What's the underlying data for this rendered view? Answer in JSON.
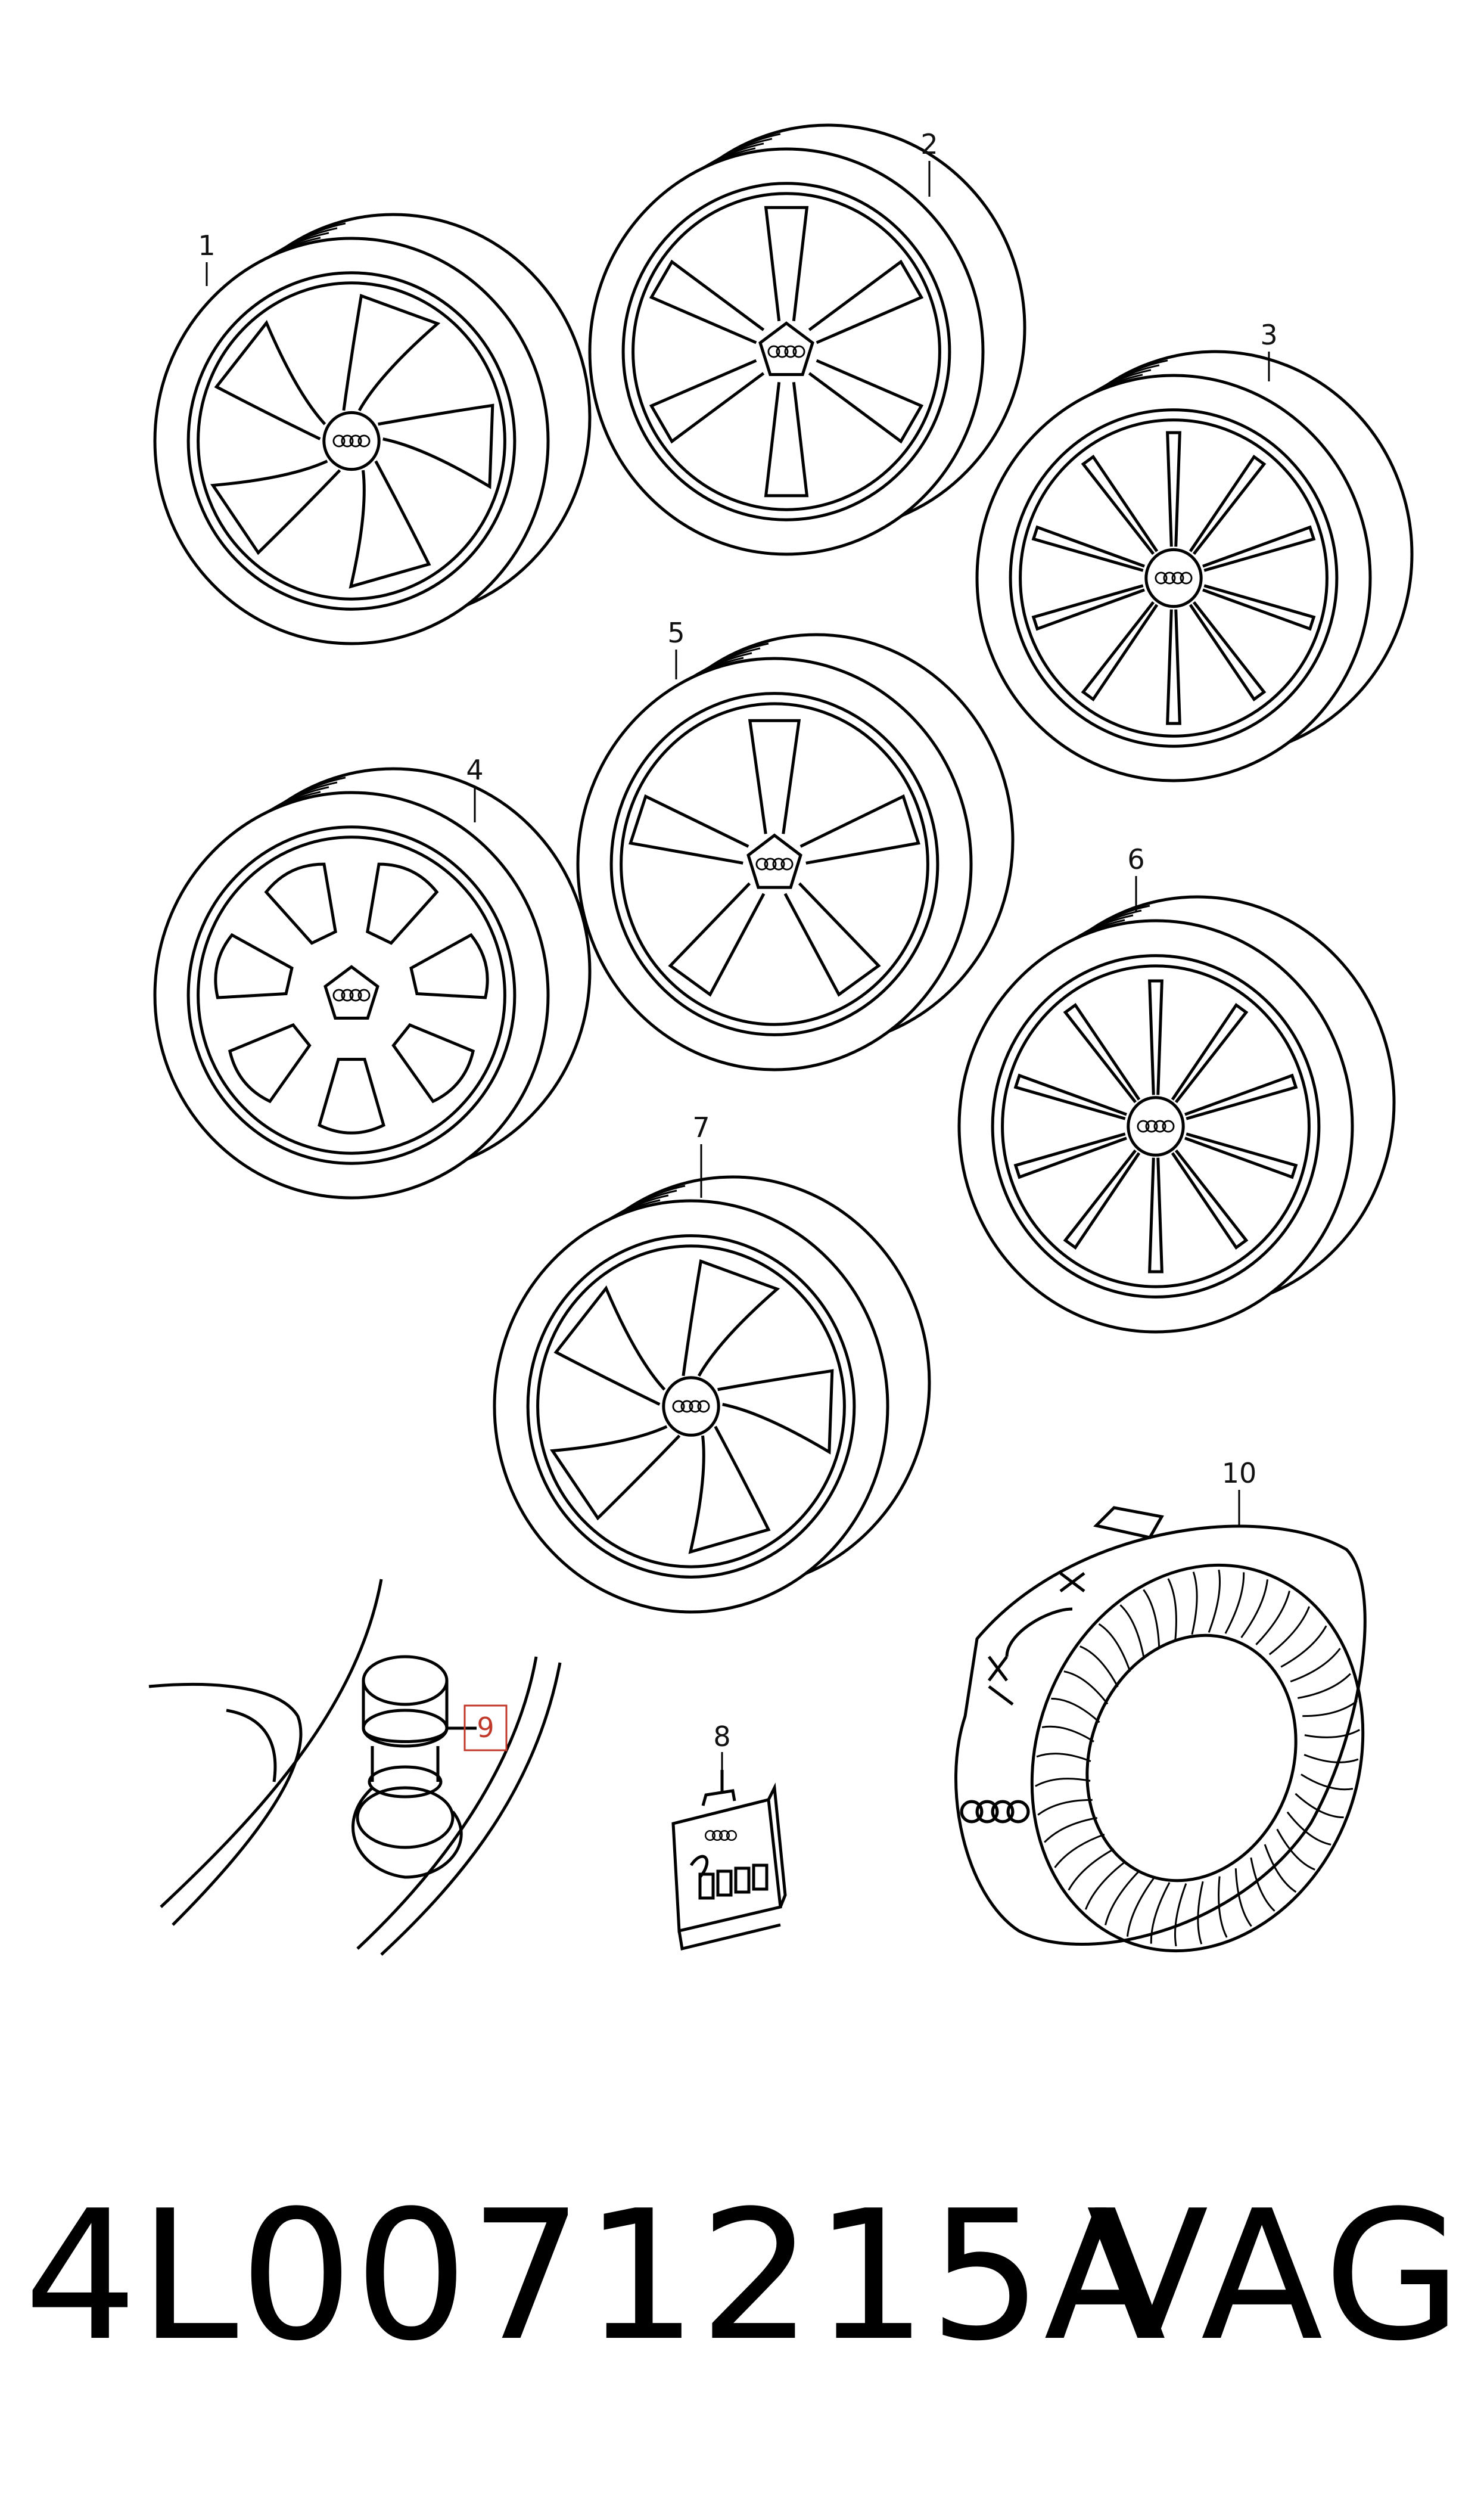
{
  "callouts": {
    "c1": "1",
    "c2": "2",
    "c3": "3",
    "c4": "4",
    "c5": "5",
    "c6": "6",
    "c7": "7",
    "c8": "8",
    "c9": "9",
    "c10": "10"
  },
  "footer": {
    "part_number": "4L0071215A",
    "brand": "VAG"
  },
  "colors": {
    "line": "#000000",
    "highlight": "#c0392b"
  }
}
